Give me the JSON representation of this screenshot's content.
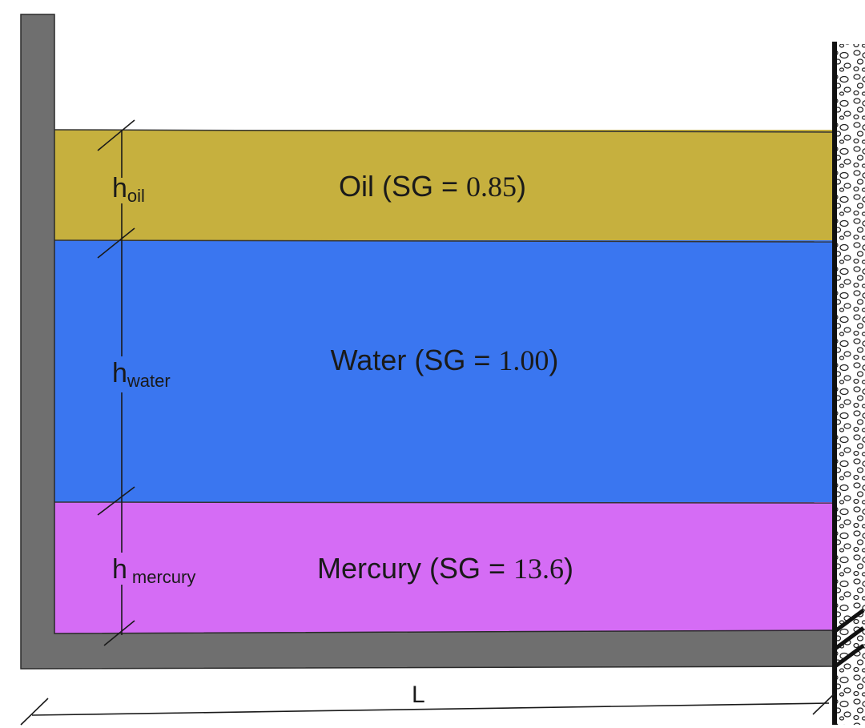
{
  "layers": [
    {
      "id": "oil",
      "name": "Oil",
      "sg": "0.85",
      "h_symbol": "h",
      "h_subscript": "oil",
      "color": "#c6b03e"
    },
    {
      "id": "water",
      "name": "Water",
      "sg": "1.00",
      "h_symbol": "h",
      "h_subscript": "water",
      "color": "#3a76f0"
    },
    {
      "id": "mercury",
      "name": "Mercury",
      "sg": "13.6",
      "h_symbol": "h",
      "h_subscript": "mercury",
      "color": "#d56cf5"
    }
  ],
  "sg_prefix": "(SG = ",
  "sg_suffix": ")",
  "length_label": "L",
  "colors": {
    "tank_wall": "#6f6f6f",
    "outline": "#1a1a1a",
    "gravel": "#ffffff"
  }
}
